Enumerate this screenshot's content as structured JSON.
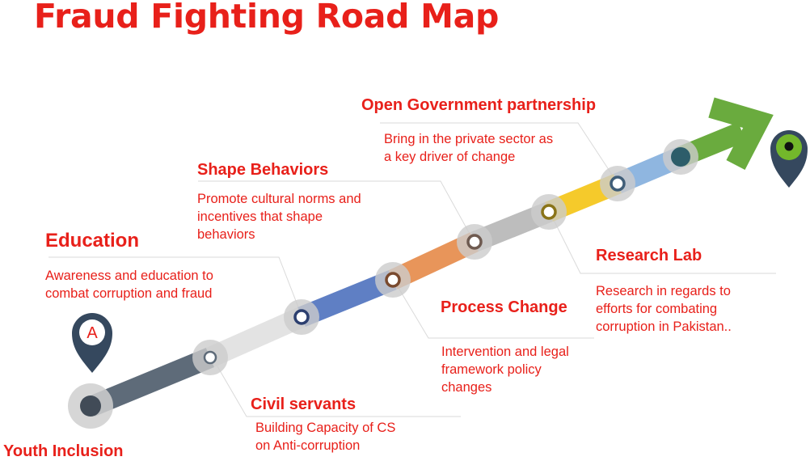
{
  "title": "Fraud Fighting Road Map",
  "start_pin": {
    "letter": "A"
  },
  "milestones": [
    {
      "id": "youth",
      "heading": "Youth Inclusion",
      "lines": []
    },
    {
      "id": "civil",
      "heading": "Civil servants",
      "lines": [
        "Building Capacity of CS",
        "on Anti-corruption"
      ]
    },
    {
      "id": "education",
      "heading": "Education",
      "lines": [
        "Awareness and education to",
        "combat corruption and fraud"
      ]
    },
    {
      "id": "process",
      "heading": "Process Change",
      "lines": [
        "Intervention and legal",
        "framework policy",
        "changes"
      ]
    },
    {
      "id": "shape",
      "heading": "Shape Behaviors",
      "lines": [
        "Promote cultural norms and",
        "incentives that shape",
        "behaviors"
      ]
    },
    {
      "id": "research",
      "heading": "Research Lab",
      "lines": [
        "Research in regards to",
        "efforts for combating",
        "corruption in Pakistan.."
      ]
    },
    {
      "id": "ogp",
      "heading": "Open Government partnership",
      "lines": [
        "Bring in the private sector as",
        "a key driver of change"
      ]
    }
  ],
  "colors": {
    "text_red": "#e8201a",
    "pin_dark": "#35485e",
    "segments": [
      "#5e6b79",
      "#e3e3e3",
      "#5f7fc4",
      "#e8955a",
      "#bdbdbd",
      "#f5ca2b",
      "#8fb6e0",
      "#6aab3e"
    ],
    "end_pin_green": "#73b72b"
  },
  "icons": [
    "map-pin-icon",
    "map-pin-icon",
    "arrow-icon"
  ]
}
